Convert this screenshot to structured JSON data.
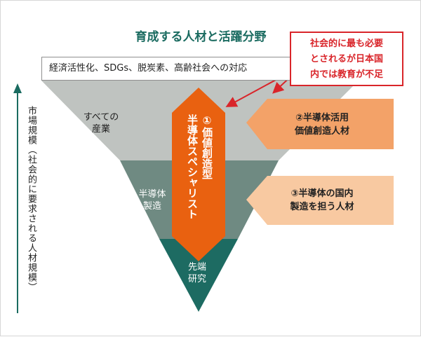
{
  "title": "育成する人材と活躍分野",
  "subtitle": "経済活性化、SDGs、脱炭素、高齢社会への対応",
  "callout": {
    "lines": [
      "社会的に最も必要",
      "とされるが日本国",
      "内では教育が不足"
    ]
  },
  "axis_label": "市場規模（社会的に要求される人材規模）",
  "bands": [
    {
      "lines": [
        "すべての",
        "産業"
      ]
    },
    {
      "lines": [
        "半導体",
        "製造"
      ]
    },
    {
      "lines": [
        "先端",
        "研究"
      ]
    }
  ],
  "specialist": {
    "lines": [
      "①価値創造型",
      "半導体スペシャリスト"
    ]
  },
  "arrow2": {
    "lines": [
      "②半導体活用",
      "価値創造人材"
    ]
  },
  "arrow3": {
    "lines": [
      "③半導体の国内",
      "製造を担う人材"
    ]
  },
  "colors": {
    "title": "#1a6b60",
    "band_all": "#bfc3c0",
    "band_semi": "#6f8a82",
    "band_adv": "#1d6b62",
    "specialist": "#e96110",
    "arrow2": "#f3a268",
    "arrow3": "#f8c9a1",
    "callout": "#d9252a",
    "axis": "#1a6b60"
  }
}
